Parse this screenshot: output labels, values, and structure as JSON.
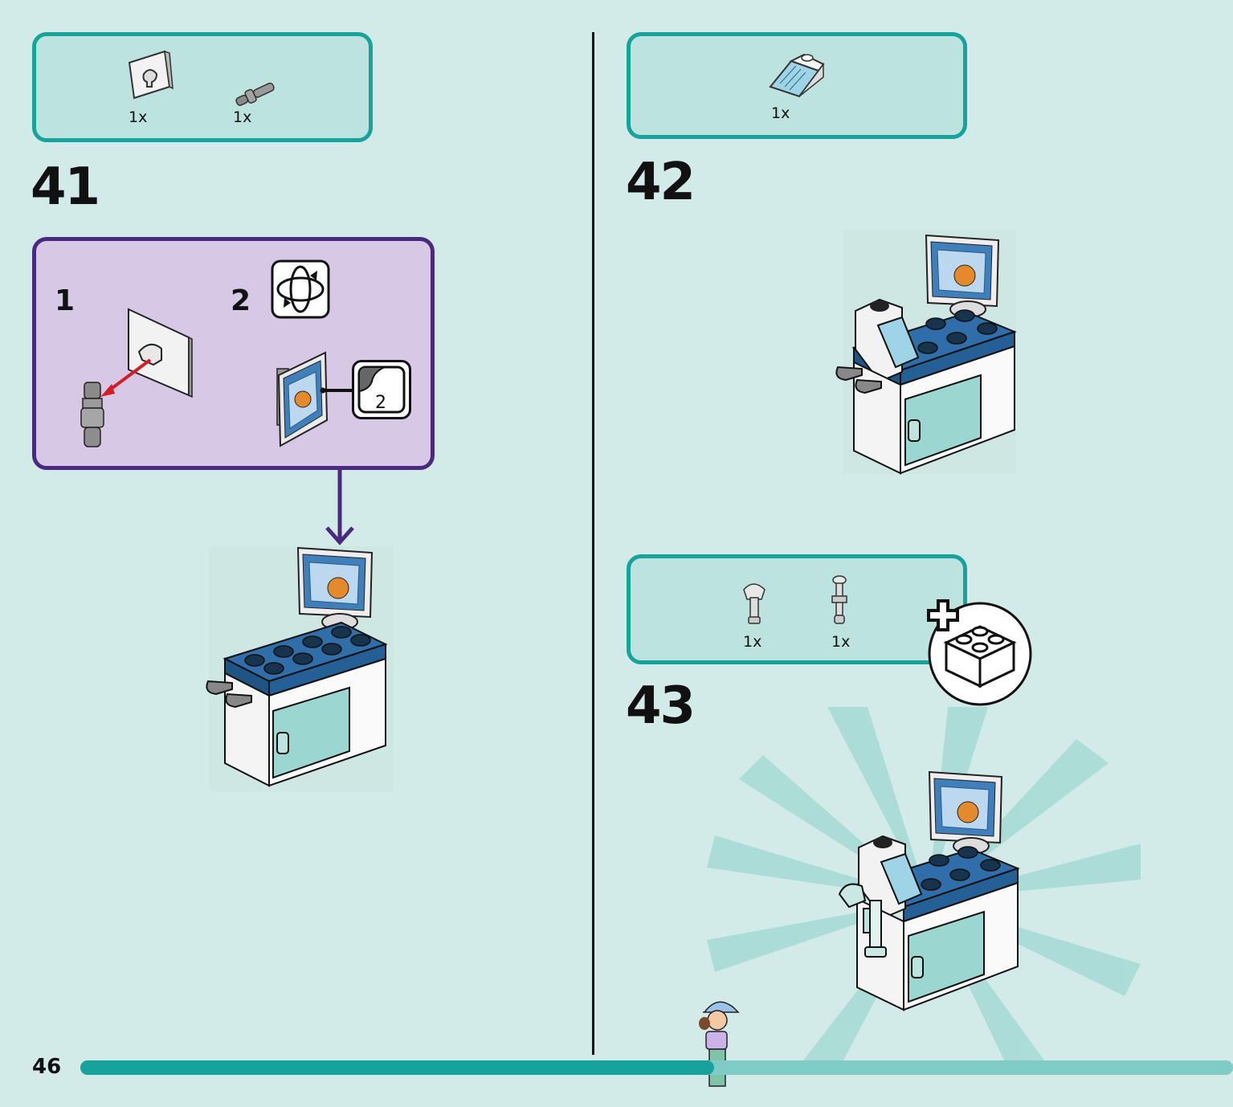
{
  "page": {
    "number": "46",
    "progress": 0.55
  },
  "steps": [
    {
      "number": "41",
      "parts": [
        {
          "qty": "1x",
          "icon": "bracket-plate-part-icon"
        },
        {
          "qty": "1x",
          "icon": "bar-connector-part-icon"
        }
      ],
      "callout": {
        "substeps": [
          {
            "number": "1"
          },
          {
            "number": "2",
            "sticker": "2",
            "icon": "rotate-model-icon"
          }
        ]
      }
    },
    {
      "number": "42",
      "parts": [
        {
          "qty": "1x",
          "icon": "printed-slope-part-icon"
        }
      ]
    },
    {
      "number": "43",
      "parts": [
        {
          "qty": "1x",
          "icon": "hose-nozzle-part-icon"
        },
        {
          "qty": "1x",
          "icon": "bar-handle-part-icon"
        }
      ],
      "badge": "add-brick-icon"
    }
  ],
  "colors": {
    "accent": "#17a39b",
    "callout_border": "#4a2a80",
    "callout_bg": "#d7c8e6",
    "page_bg": "#d3ebe8",
    "brick_blue": "#2f6ea8"
  }
}
